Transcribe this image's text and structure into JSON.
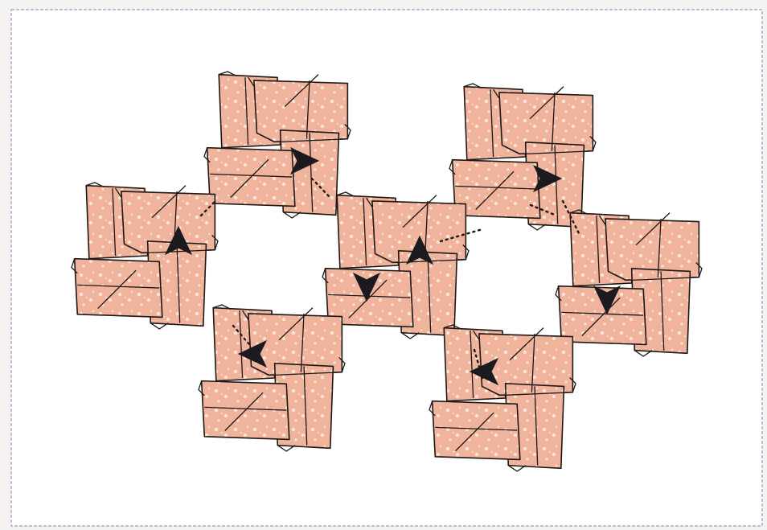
{
  "diagram": {
    "kind": "origami modular assembly",
    "units": [
      {
        "id": "unit-top-left",
        "arrow": "right"
      },
      {
        "id": "unit-top-right",
        "arrow": "right"
      },
      {
        "id": "unit-left",
        "arrow": "up"
      },
      {
        "id": "unit-center",
        "arrow": "up-down"
      },
      {
        "id": "unit-right",
        "arrow": "down"
      },
      {
        "id": "unit-bottom-left",
        "arrow": "left"
      },
      {
        "id": "unit-bottom-right",
        "arrow": "left"
      }
    ],
    "colors": {
      "background": "#f4f3f1",
      "card": "#ffffff",
      "paper": "#f0b39c",
      "paper_pattern": "#fbe5da",
      "outline": "#1d1716",
      "arrow": "#1b1a1e",
      "border": "#b8a7c8"
    }
  }
}
